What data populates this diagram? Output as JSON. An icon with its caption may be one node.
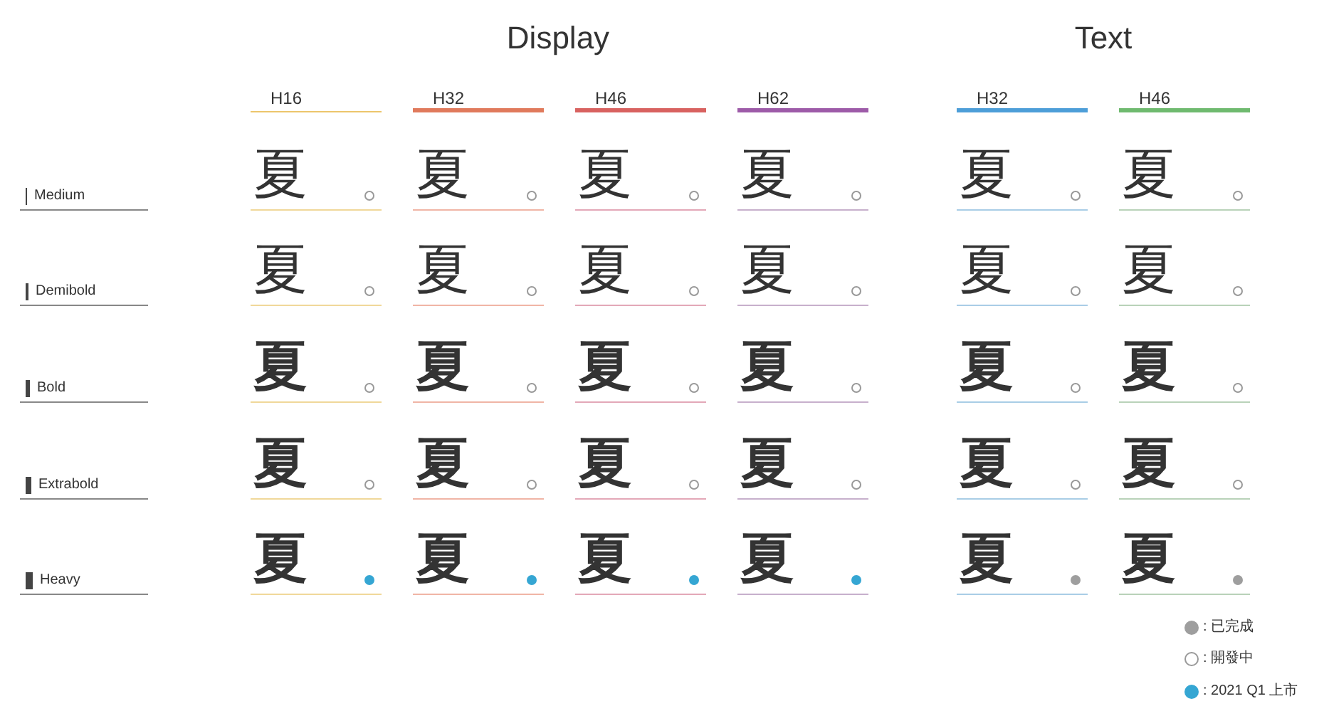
{
  "diagram": {
    "labels": [
      "Display",
      "Text",
      "H16",
      "H32",
      "H46",
      "H62",
      "H32",
      "H46",
      "Medium",
      "夏",
      "夏",
      "夏",
      "夏",
      "夏",
      "夏",
      "Demibold",
      "夏",
      "夏",
      "夏",
      "夏",
      "夏",
      "夏",
      "Bold",
      "夏",
      "夏",
      "夏",
      "夏",
      "夏",
      "夏",
      "Extrabold",
      "夏",
      "夏",
      "夏",
      "夏",
      "夏",
      "夏",
      "Heavy",
      "夏",
      "夏",
      "夏",
      "夏",
      "夏",
      "夏"
    ],
    "legend": [
      {
        "text": ": 已完成",
        "color": "#9e9e9e"
      },
      {
        "text": ": 開發中"
      },
      {
        "text": ": 2021 Q1 上市",
        "color": "#35a6d3"
      }
    ]
  }
}
